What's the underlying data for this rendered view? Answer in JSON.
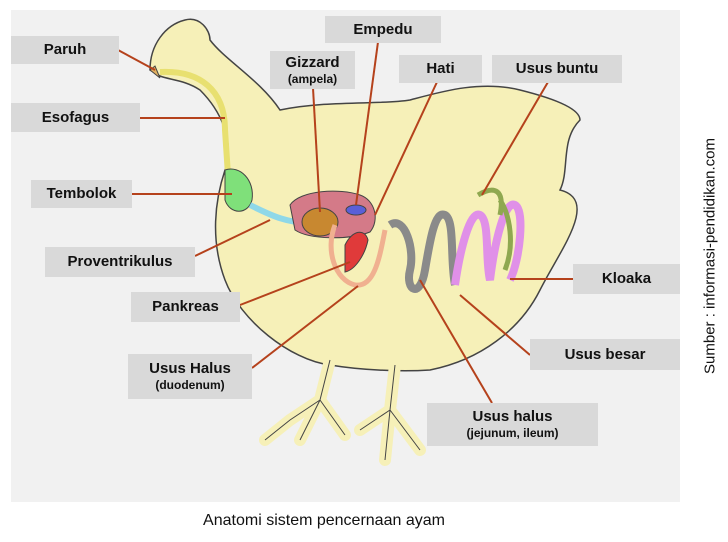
{
  "labels": {
    "paruh": "Paruh",
    "esofagus": "Esofagus",
    "tembolok": "Tembolok",
    "proventrikulus": "Proventrikulus",
    "pankreas": "Pankreas",
    "usus_halus_duodenum": {
      "title": "Usus Halus",
      "sub": "(duodenum)"
    },
    "gizzard": {
      "title": "Gizzard",
      "sub": "(ampela)"
    },
    "empedu": "Empedu",
    "hati": "Hati",
    "usus_buntu": "Usus buntu",
    "kloaka": "Kloaka",
    "usus_besar": "Usus besar",
    "usus_halus_jejunum": {
      "title": "Usus halus",
      "sub": "(jejunum, ileum)"
    }
  },
  "caption": "Anatomi sistem pencernaan ayam",
  "source": "Sumber : informasi-pendidikan.com",
  "colors": {
    "body": "#f6f0b8",
    "outline": "#444444",
    "leader": "#b5421c",
    "label_bg": "#d9d9d9",
    "panel_bg": "#f1f1f1"
  }
}
